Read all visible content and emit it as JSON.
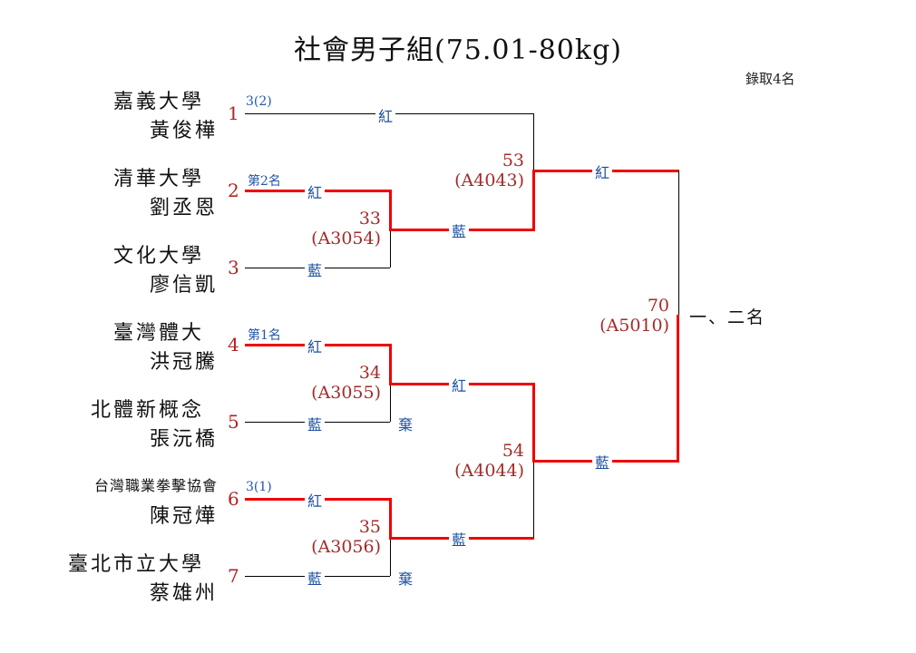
{
  "title": "社會男子組(75.01-80kg)",
  "quota": "錄取4名",
  "entries": [
    {
      "seed": "1",
      "team": "嘉義大學",
      "name": "黃俊樺",
      "note": "3(2)"
    },
    {
      "seed": "2",
      "team": "清華大學",
      "name": "劉丞恩",
      "note": "第2名"
    },
    {
      "seed": "3",
      "team": "文化大學",
      "name": "廖信凱",
      "note": ""
    },
    {
      "seed": "4",
      "team": "臺灣體大",
      "name": "洪冠騰",
      "note": "第1名"
    },
    {
      "seed": "5",
      "team": "北體新概念",
      "name": "張沅橋",
      "note": ""
    },
    {
      "seed": "6",
      "team": "台灣職業拳擊協會",
      "name": "陳冠燁",
      "note": "3(1)"
    },
    {
      "seed": "7",
      "team": "臺北市立大學",
      "name": "蔡雄州",
      "note": ""
    }
  ],
  "corners": {
    "red": "紅",
    "blue": "藍",
    "forfeit": "棄"
  },
  "matches": [
    {
      "no": "33",
      "code": "(A3054)"
    },
    {
      "no": "34",
      "code": "(A3055)"
    },
    {
      "no": "35",
      "code": "(A3056)"
    },
    {
      "no": "53",
      "code": "(A4043)"
    },
    {
      "no": "54",
      "code": "(A4044)"
    },
    {
      "no": "70",
      "code": "(A5010)"
    }
  ],
  "final_label": "一、二名",
  "colors": {
    "winner_line": "#ee0000",
    "corner_text": "#1a4fa0",
    "seed_text": "#b22222",
    "match_text": "#a52a2a"
  }
}
